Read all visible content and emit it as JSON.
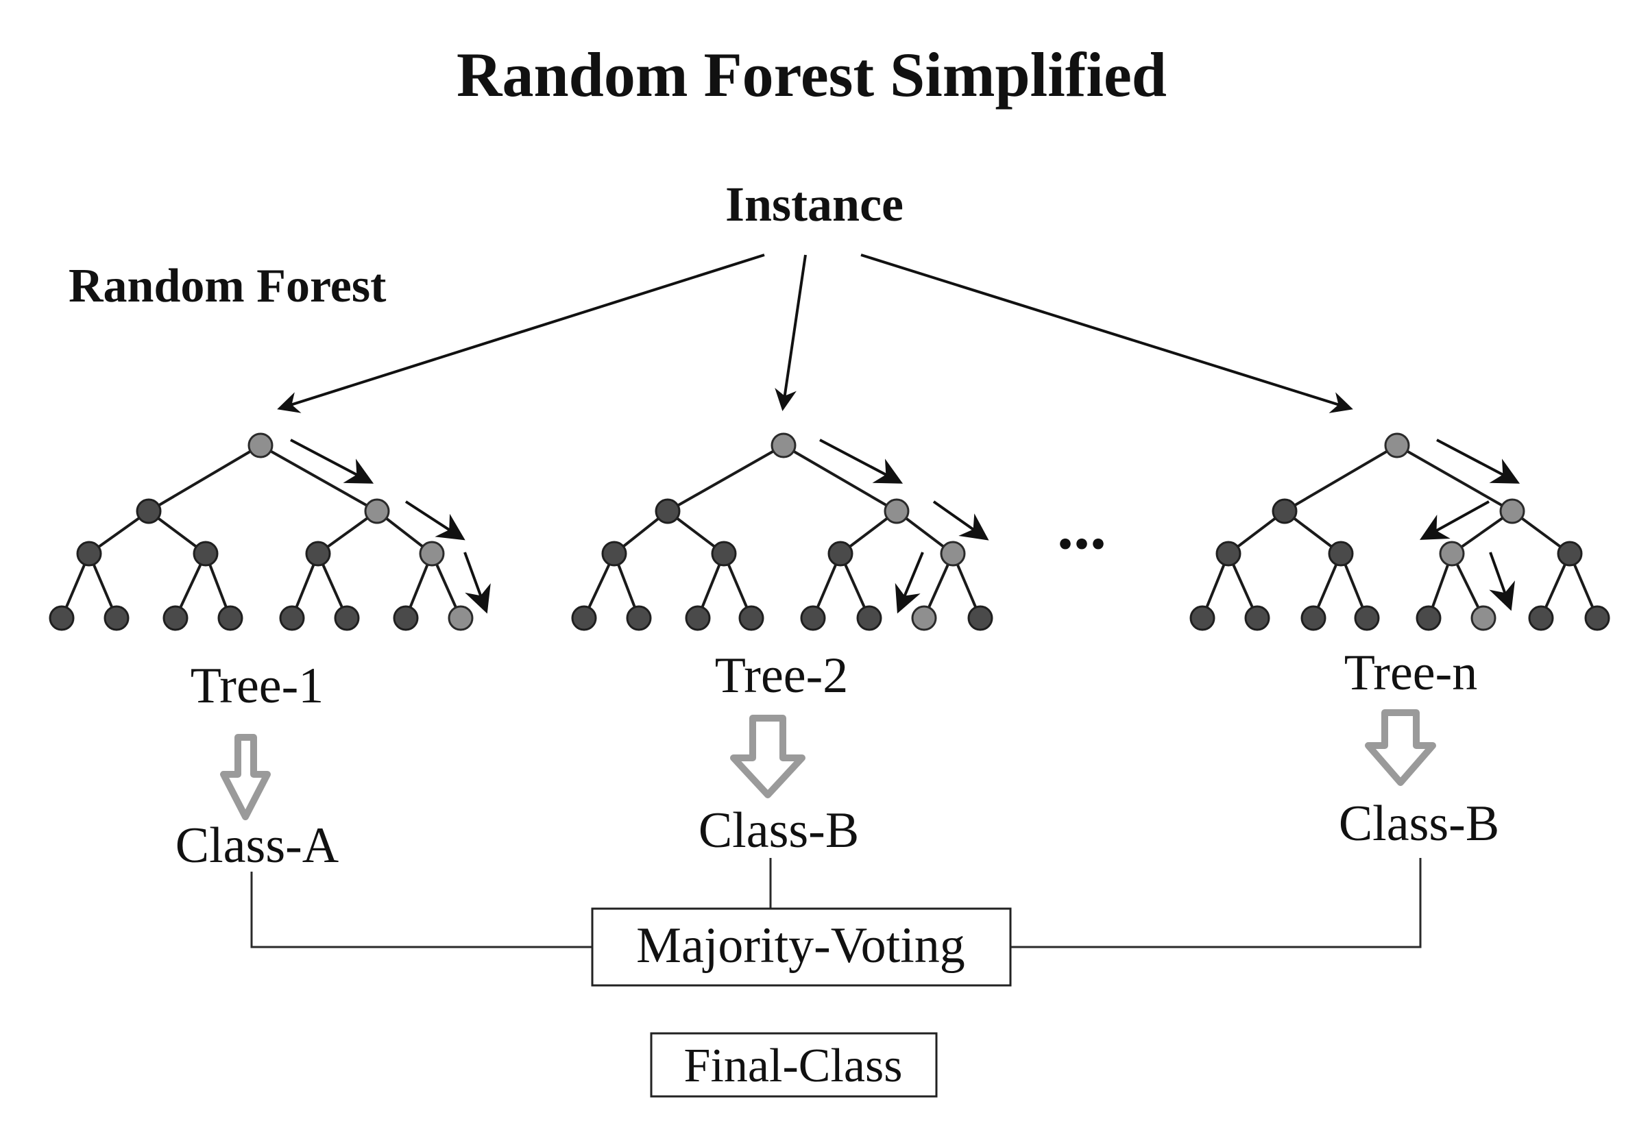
{
  "diagram": {
    "title": "Random Forest Simplified",
    "root_label": "Instance",
    "forest_label": "Random Forest",
    "ellipsis": "...",
    "trees": [
      {
        "label": "Tree-1",
        "class_label": "Class-A"
      },
      {
        "label": "Tree-2",
        "class_label": "Class-B"
      },
      {
        "label": "Tree-n",
        "class_label": "Class-B"
      }
    ],
    "voting_label": "Majority-Voting",
    "final_label": "Final-Class"
  },
  "colors": {
    "node_dark": "#4a4a4a",
    "node_path": "#8f8f8f",
    "hollow_arrow": "#9a9a9a",
    "line": "#1a1a1a"
  }
}
